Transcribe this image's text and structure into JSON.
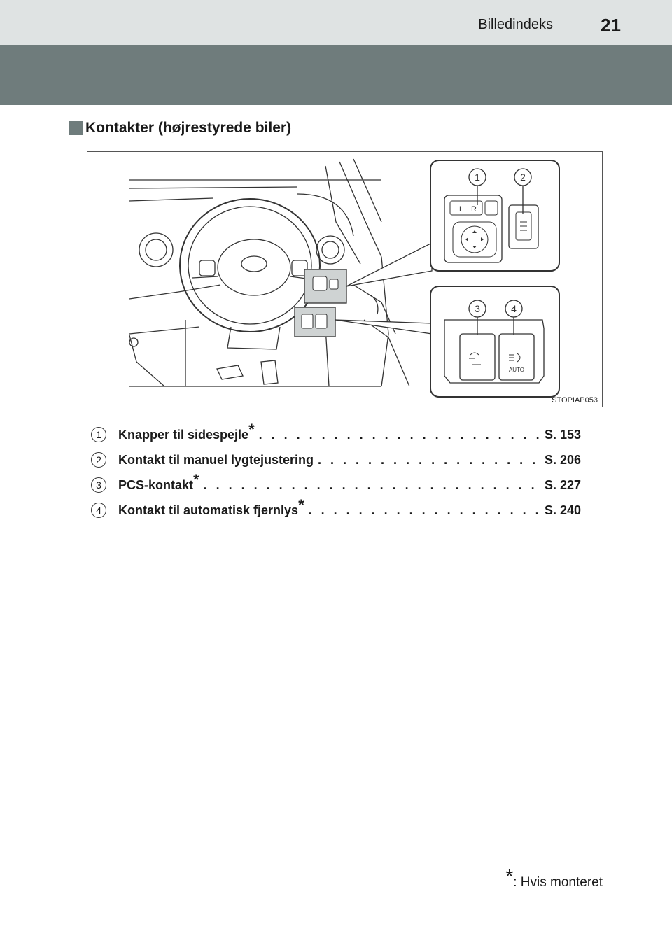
{
  "header": {
    "section_title": "Billedindeks",
    "page_number": "21"
  },
  "heading": {
    "text": "Kontakter (højrestyrede biler)"
  },
  "illustration": {
    "callouts": [
      "1",
      "2",
      "3",
      "4"
    ],
    "image_code": "STOPIAP053",
    "switch_labels": {
      "mirror_left": "L",
      "mirror_right": "R",
      "auto": "AUTO"
    }
  },
  "items": [
    {
      "number": "1",
      "label": "Knapper til sidespejle",
      "star": "*",
      "page": "S. 153"
    },
    {
      "number": "2",
      "label": "Kontakt til manuel lygtejustering",
      "star": "",
      "page": "S. 206"
    },
    {
      "number": "3",
      "label": "PCS-kontakt",
      "star": "*",
      "page": "S. 227"
    },
    {
      "number": "4",
      "label": "Kontakt til automatisk fjernlys",
      "star": "*",
      "page": "S. 240"
    }
  ],
  "footnote": {
    "star": "*",
    "text": ": Hvis monteret"
  },
  "colors": {
    "band": "#6f7c7c",
    "topbar": "#dfe3e3"
  }
}
